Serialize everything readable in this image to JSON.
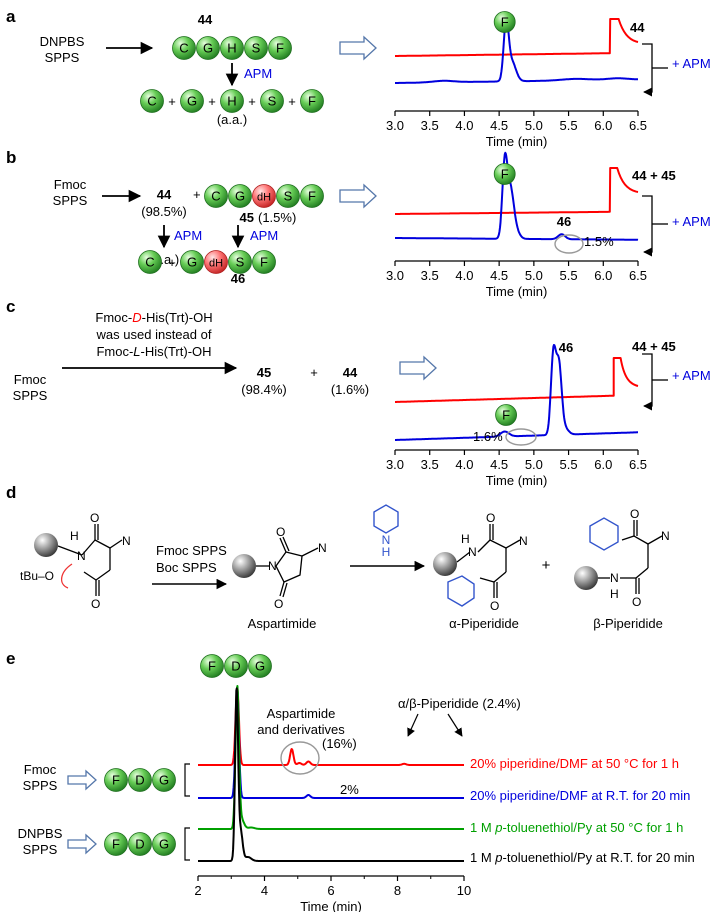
{
  "panels": {
    "a": {
      "label": "a",
      "method": [
        "DNPBS",
        "SPPS"
      ],
      "peptide_id": "44",
      "residues": [
        "C",
        "G",
        "H",
        "S",
        "F"
      ],
      "reagent": "APM",
      "aa_note": "(a.a.)",
      "trace_label": "44",
      "peak_label": "F",
      "apm_label": "+ APM"
    },
    "b": {
      "label": "b",
      "method": [
        "Fmoc",
        "SPPS"
      ],
      "product1": "44",
      "product1_pct": "(98.5%)",
      "product2_residues": [
        "C",
        "G",
        "dH",
        "S",
        "F"
      ],
      "product2": "45",
      "product2_pct": "(1.5%)",
      "reagent": "APM",
      "aa_note": "(a.a.)",
      "frag_residues": [
        "C",
        "G",
        "dH",
        "S",
        "F"
      ],
      "frag_id": "46",
      "trace_label": "44 + 45",
      "peak_label": "F",
      "peak2_label": "46",
      "peak2_pct": "1.5%",
      "apm_label": "+ APM"
    },
    "c": {
      "label": "c",
      "note_line1": "Fmoc-",
      "note_D": "D",
      "note_line1b": "-His(Trt)-OH",
      "note_line2": "was used instead of",
      "note_line3": "Fmoc-",
      "note_L": "L",
      "note_line3b": "-His(Trt)-OH",
      "method": [
        "Fmoc",
        "SPPS"
      ],
      "product1": "45",
      "product1_pct": "(98.4%)",
      "plus": "+",
      "product2": "44",
      "product2_pct": "(1.6%)",
      "trace_label": "44 + 45",
      "peak_top_label": "46",
      "peak_label": "F",
      "peak_pct": "1.6%",
      "apm_label": "+ APM"
    },
    "d": {
      "label": "d",
      "conditions": [
        "Fmoc SPPS",
        "Boc SPPS"
      ],
      "start_labels": {
        "tbu": "tBu–O",
        "o": "O",
        "h": "H",
        "n": "N",
        "nh": "N"
      },
      "aspartimide": "Aspartimide",
      "piperidine_nh": "N\nH",
      "alpha": "α-Piperidide",
      "beta": "β-Piperidide",
      "plus": "+"
    },
    "e": {
      "label": "e",
      "peak_residues": [
        "F",
        "D",
        "G"
      ],
      "annot_asp": [
        "Aspartimide",
        "and derivatives"
      ],
      "annot_asp_pct": "(16%)",
      "annot_pip": "α/β-Piperidide (2.4%)",
      "annot_2pct": "2%",
      "methods": [
        {
          "name": [
            "Fmoc",
            "SPPS"
          ],
          "residues": [
            "F",
            "D",
            "G"
          ]
        },
        {
          "name": [
            "DNPBS",
            "SPPS"
          ],
          "residues": [
            "F",
            "D",
            "G"
          ]
        }
      ],
      "trace_conditions": [
        {
          "text": "20% piperidine/DMF at 50 °C for 1 h",
          "color": "#ff0000"
        },
        {
          "text": "20% piperidine/DMF at R.T. for 20 min",
          "color": "#0000dd"
        },
        {
          "text_pre": "1 M ",
          "text_it": "p",
          "text_post": "-toluenethiol/Py at 50 °C for 1 h",
          "color": "#00a000"
        },
        {
          "text_pre": "1 M ",
          "text_it": "p",
          "text_post": "-toluenethiol/Py at R.T. for 20 min",
          "color": "#000000"
        }
      ]
    }
  },
  "colors": {
    "red": "#ff0000",
    "blue": "#0000dd",
    "green": "#00a000",
    "arrow_outline": "#5577aa",
    "bead_green": "#33aa33",
    "bead_red": "#ee5555"
  },
  "chart_data": [
    {
      "type": "line",
      "panel": "a",
      "xlabel": "Time (min)",
      "xlim": [
        3.0,
        6.5
      ],
      "xticks": [
        "3.0",
        "3.5",
        "4.0",
        "4.5",
        "5.0",
        "5.5",
        "6.0",
        "6.5"
      ],
      "series": [
        {
          "name": "44",
          "color": "#ff0000",
          "peaks": [
            6.15
          ]
        },
        {
          "name": "+ APM",
          "color": "#0000dd",
          "peaks": [
            4.6
          ]
        }
      ]
    },
    {
      "type": "line",
      "panel": "b",
      "xlabel": "Time (min)",
      "xlim": [
        3.0,
        6.5
      ],
      "xticks": [
        "3.0",
        "3.5",
        "4.0",
        "4.5",
        "5.0",
        "5.5",
        "6.0",
        "6.5"
      ],
      "series": [
        {
          "name": "44 + 45",
          "color": "#ff0000",
          "peaks": [
            6.15
          ]
        },
        {
          "name": "+ APM",
          "color": "#0000dd",
          "peaks": [
            4.6,
            5.4
          ]
        }
      ]
    },
    {
      "type": "line",
      "panel": "c",
      "xlabel": "Time (min)",
      "xlim": [
        3.0,
        6.5
      ],
      "xticks": [
        "3.0",
        "3.5",
        "4.0",
        "4.5",
        "5.0",
        "5.5",
        "6.0",
        "6.5"
      ],
      "series": [
        {
          "name": "44 + 45",
          "color": "#ff0000",
          "peaks": [
            6.2
          ]
        },
        {
          "name": "+ APM",
          "color": "#0000dd",
          "peaks": [
            4.6,
            5.35
          ]
        }
      ]
    },
    {
      "type": "line",
      "panel": "e",
      "xlabel": "Time (min)",
      "xlim": [
        2,
        10
      ],
      "xticks": [
        "2",
        "4",
        "6",
        "8",
        "10"
      ],
      "series": [
        {
          "name": "20% piperidine/DMF at 50 °C for 1 h",
          "color": "#ff0000",
          "peaks": [
            3.2,
            4.8,
            5.3,
            8.2
          ]
        },
        {
          "name": "20% piperidine/DMF at R.T. for 20 min",
          "color": "#0000dd",
          "peaks": [
            3.2,
            5.3
          ]
        },
        {
          "name": "1 M p-toluenethiol/Py at 50 °C for 1 h",
          "color": "#00a000",
          "peaks": [
            3.2
          ]
        },
        {
          "name": "1 M p-toluenethiol/Py at R.T. for 20 min",
          "color": "#000000",
          "peaks": [
            3.2
          ]
        }
      ]
    }
  ]
}
